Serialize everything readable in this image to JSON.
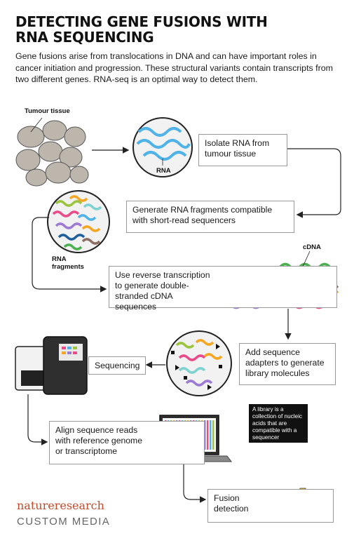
{
  "title_line1": "DETECTING GENE FUSIONS WITH",
  "title_line2": "RNA SEQUENCING",
  "intro": "Gene fusions arise from translocations in DNA and can have important roles in cancer initiation and progression. These structural variants contain transcripts from two different genes. RNA-seq is an optimal way to detect them.",
  "labels": {
    "tumour": "Tumour tissue",
    "rna": "RNA",
    "rna_fragments_1": "RNA",
    "rna_fragments_2": "fragments",
    "cdna": "cDNA"
  },
  "steps": {
    "isolate": "Isolate RNA from tumour tissue",
    "fragments": "Generate RNA fragments compatible with short-read sequencers",
    "reverse": "Use reverse transcription to generate double-stranded cDNA sequences",
    "adapters": "Add sequence adapters to generate library molecules",
    "sequencing": "Sequencing",
    "align": "Align sequence reads with reference genome or transcriptome",
    "fusion": "Fusion detection"
  },
  "note": "A library is a collection of nucleic acids that are compatible with a sequencer",
  "footer": {
    "brand": "natureresearch",
    "sub": "CUSTOM MEDIA"
  },
  "colors": {
    "rna_blue": "#4fb3e8",
    "dark_blue": "#1f5f9e",
    "brand": "#c44a2a",
    "fusion_red": "#c8372d",
    "fusion_blue": "#2e9be0",
    "bolt": "#f5c518"
  }
}
